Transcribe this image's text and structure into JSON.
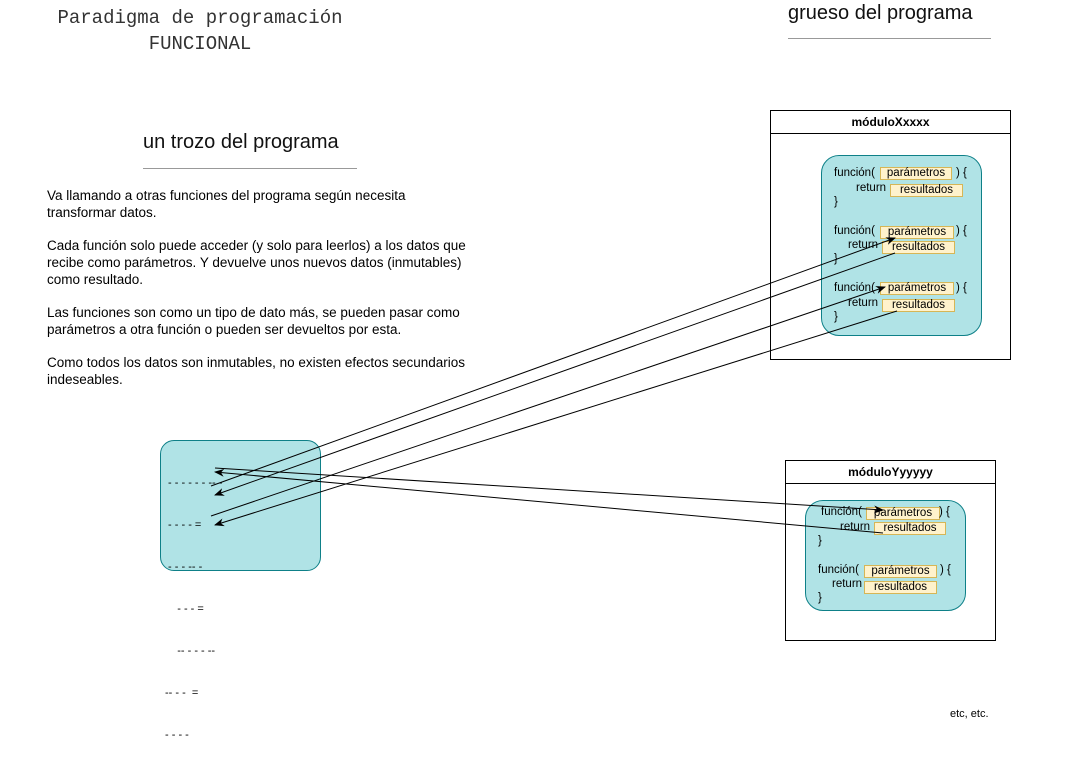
{
  "title": {
    "line1": "Paradigma de programación",
    "line2": "FUNCIONAL"
  },
  "heading_right": "grueso del programa",
  "heading_left": "un trozo del programa",
  "description": [
    "Va llamando a otras funciones del programa según necesita transformar datos.",
    "Cada función solo puede acceder (y solo para leerlos) a los datos que recibe como parámetros. Y devuelve unos nuevos datos (inmutables) como resultado.",
    "Las funciones son como un tipo de dato más, se pueden pasar como parámetros a otra función o pueden ser devueltos por esta.",
    "Como todos los datos son inmutables, no existen efectos secundarios indeseables."
  ],
  "module_x": {
    "name": "móduloXxxxx",
    "functions": [
      {
        "open": "función(",
        "params": "parámetros",
        "close": ") {",
        "ret": "return",
        "result": "resultados",
        "end": "}"
      },
      {
        "open": "función(",
        "params": "parámetros",
        "close": ") {",
        "ret": "return",
        "result": "resultados",
        "end": "}"
      },
      {
        "open": "función(",
        "params": "parámetros",
        "close": ") {",
        "ret": "return",
        "result": "resultados",
        "end": "}"
      }
    ]
  },
  "module_y": {
    "name": "móduloYyyyyy",
    "functions": [
      {
        "open": "función(",
        "params": "parámetros",
        "close": ") {",
        "ret": "return",
        "result": "resultados",
        "end": "}"
      },
      {
        "open": "función(",
        "params": "parámetros",
        "close": ") {",
        "ret": "return",
        "result": "resultados",
        "end": "}"
      }
    ]
  },
  "snippet_lines": [
    " - - - - - - -- -",
    " - - - - =",
    " - - - -- -",
    "    - - - =",
    "    -- - - - --",
    "-- - -  =",
    "- - - -"
  ],
  "footer": "etc, etc."
}
